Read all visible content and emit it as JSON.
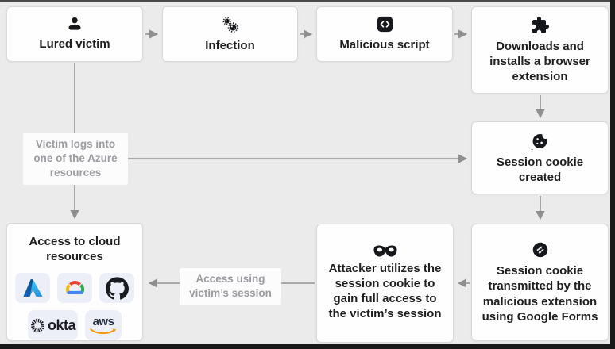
{
  "diagram": {
    "background_color": "#ebebeb",
    "arrow_color": "#8f8f8f",
    "nodes": {
      "lured_victim": {
        "label": "Lured victim",
        "icon": "person-icon"
      },
      "infection": {
        "label": "Infection",
        "icon": "virus-icon"
      },
      "malicious_script": {
        "label": "Malicious script",
        "icon": "code-icon"
      },
      "browser_extension": {
        "label": "Downloads and installs a browser extension",
        "icon": "puzzle-icon"
      },
      "session_cookie_created": {
        "label": "Session cookie created",
        "icon": "cookie-icon"
      },
      "cookie_transmitted": {
        "label": "Session cookie transmitted by the malicious extension using Google Forms",
        "icon": "transfer-icon"
      },
      "attacker_utilizes": {
        "label": "Attacker utilizes the session cookie to gain full access to the victim’s session",
        "icon": "mask-icon"
      },
      "cloud_resources": {
        "label": "Access to cloud resources",
        "logos": [
          "azure",
          "google-cloud",
          "github",
          "okta",
          "aws"
        ]
      }
    },
    "edge_labels": {
      "azure_login": "Victim logs into one of the Azure resources",
      "session_access": "Access using victim’s session"
    },
    "logo_words": {
      "okta": "okta",
      "aws": "aws"
    }
  }
}
